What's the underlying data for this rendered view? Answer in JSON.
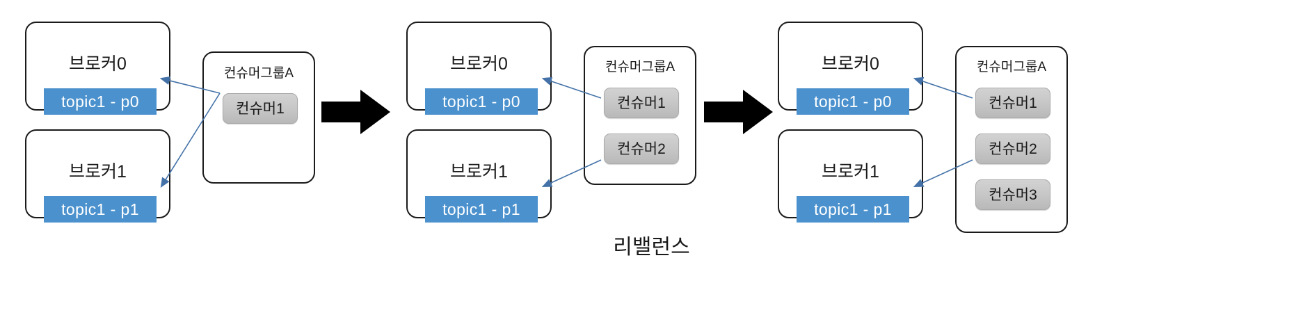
{
  "caption": "리밸런스",
  "colors": {
    "partition_blue": "#4b91cd",
    "consumer_gray": "#c8c8c8",
    "card_border": "#1a1a1a",
    "connector_blue": "#4472a8",
    "block_arrow_black": "#000000",
    "background": "#ffffff"
  },
  "panels": [
    {
      "id": "panel-1",
      "brokers": [
        {
          "title": "브로커0",
          "partition": "topic1 - p0"
        },
        {
          "title": "브로커1",
          "partition": "topic1 - p1"
        }
      ],
      "consumer_group": {
        "title": "컨슈머그룹A",
        "consumers": [
          {
            "label": "컨슈머1"
          }
        ]
      },
      "assignments": [
        {
          "consumer": "컨슈머1",
          "partition": "topic1 - p0"
        },
        {
          "consumer": "컨슈머1",
          "partition": "topic1 - p1"
        }
      ]
    },
    {
      "id": "panel-2",
      "brokers": [
        {
          "title": "브로커0",
          "partition": "topic1 - p0"
        },
        {
          "title": "브로커1",
          "partition": "topic1 - p1"
        }
      ],
      "consumer_group": {
        "title": "컨슈머그룹A",
        "consumers": [
          {
            "label": "컨슈머1"
          },
          {
            "label": "컨슈머2"
          }
        ]
      },
      "assignments": [
        {
          "consumer": "컨슈머1",
          "partition": "topic1 - p0"
        },
        {
          "consumer": "컨슈머2",
          "partition": "topic1 - p1"
        }
      ]
    },
    {
      "id": "panel-3",
      "brokers": [
        {
          "title": "브로커0",
          "partition": "topic1 - p0"
        },
        {
          "title": "브로커1",
          "partition": "topic1 - p1"
        }
      ],
      "consumer_group": {
        "title": "컨슈머그룹A",
        "consumers": [
          {
            "label": "컨슈머1"
          },
          {
            "label": "컨슈머2"
          },
          {
            "label": "컨슈머3"
          }
        ]
      },
      "assignments": [
        {
          "consumer": "컨슈머1",
          "partition": "topic1 - p0"
        },
        {
          "consumer": "컨슈머2",
          "partition": "topic1 - p1"
        }
      ]
    }
  ],
  "transitions": [
    {
      "name": "transition-arrow-1",
      "icon": "right-block-arrow"
    },
    {
      "name": "transition-arrow-2",
      "icon": "right-block-arrow"
    }
  ]
}
